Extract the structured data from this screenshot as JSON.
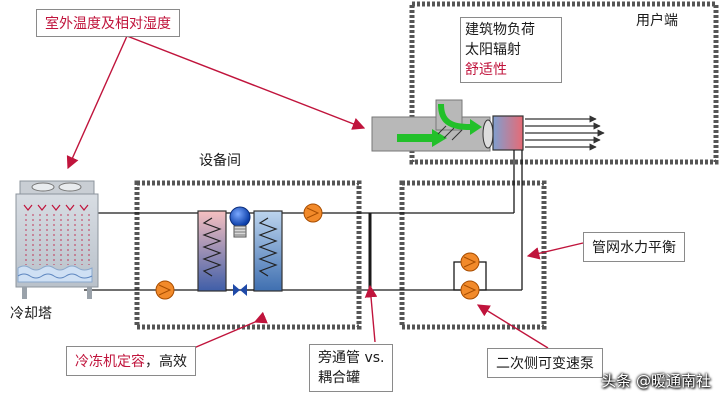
{
  "callouts": {
    "outdoor_conditions": "室外温度及相对湿度",
    "network_balance": "管网水力平衡",
    "chiller": {
      "part1": "冷冻机定容",
      "part2": "，高效"
    },
    "bypass": {
      "line1": "旁通管  vs.",
      "line2": "耦合罐"
    },
    "variable_pump": "二次侧可变速泵"
  },
  "labels": {
    "equipment_room": "设备间",
    "user_end": "用户端",
    "cooling_tower": "冷却塔"
  },
  "user_loads": [
    "建筑物负荷",
    "太阳辐射",
    "舒适性"
  ],
  "watermark": "头条 @暖通南社",
  "colors": {
    "accent_red": "#c0143c",
    "room_border": "#555555",
    "pump": "#f28a2a",
    "pipe": "#1a1a1a",
    "coil_blue": "#3f6fb0",
    "coil_red": "#e4606a",
    "arrow_green": "#22c02a"
  }
}
